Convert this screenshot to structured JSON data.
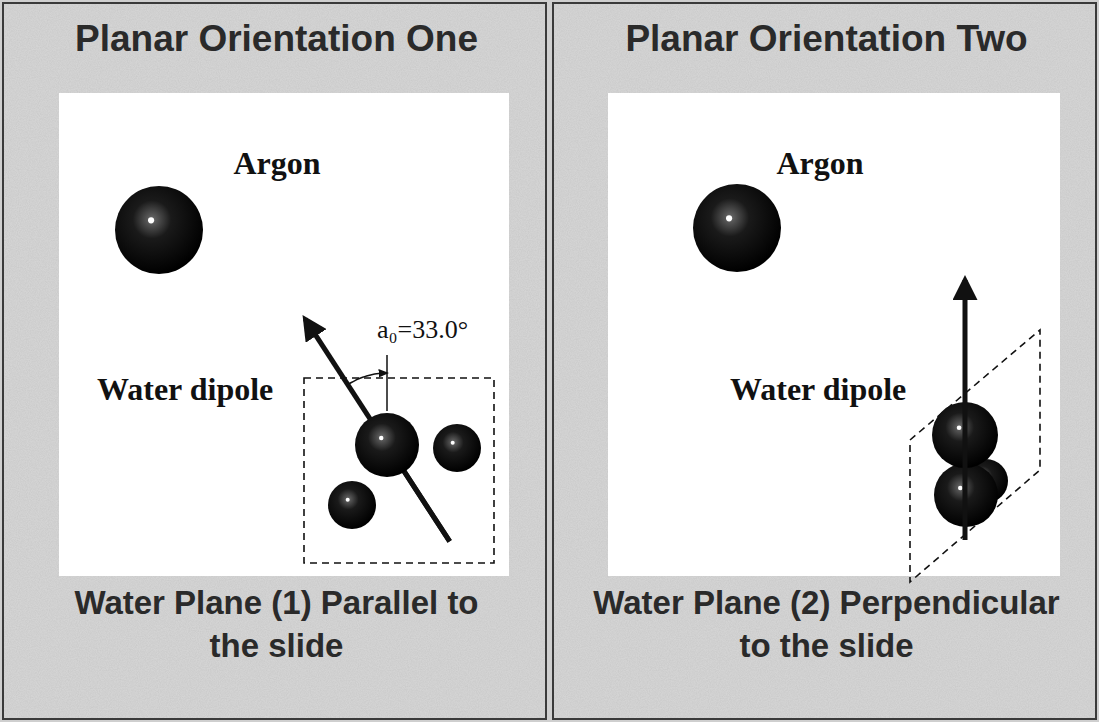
{
  "diagram": {
    "nodes": [
      {
        "text": [
          "Planar Orientation One",
          "Water Plane (1) Parallel to the slide"
        ]
      },
      {
        "text": [
          "Argon",
          "Water dipole",
          "a₀=33.0°"
        ],
        "in": 0
      },
      {
        "text": [
          "Planar Orientation Two",
          "Water Plane (2) Perpendicular to the slide"
        ]
      },
      {
        "text": [
          "Argon",
          "Water dipole"
        ],
        "in": 2
      }
    ],
    "edges": []
  }
}
